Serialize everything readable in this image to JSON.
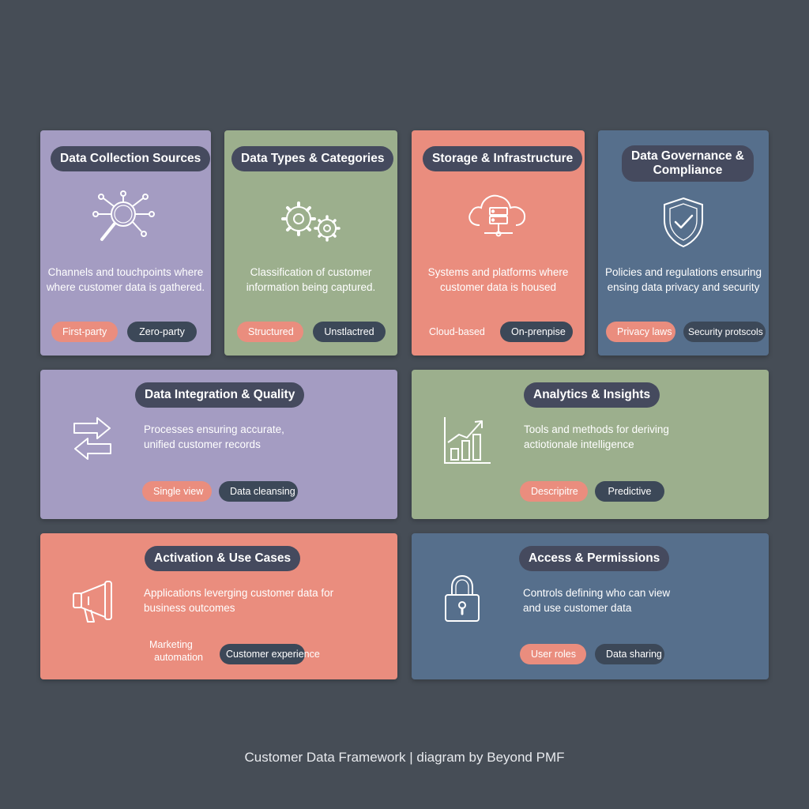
{
  "footer": "Customer Data Framework | diagram by Beyond PMF",
  "cards": {
    "collection": {
      "title": "Data Collection Sources",
      "desc_line1": "Channels and touchpoints where",
      "desc_line2": "where customer data is gathered.",
      "tag1": "First-party",
      "tag2": "Zero-party",
      "icon": "network-search-icon"
    },
    "types": {
      "title": "Data Types & Categories",
      "desc_line1": "Classification of customer",
      "desc_line2": "information being captured.",
      "tag1": "Structured",
      "tag2": "Unstlactred",
      "icon": "gears-icon"
    },
    "storage": {
      "title": "Storage & Infrastructure",
      "desc_line1": "Systems and platforms where",
      "desc_line2": "customer data is housed",
      "tag1": "Cloud-based",
      "tag2": "On-prenpise",
      "icon": "cloud-server-icon"
    },
    "governance": {
      "title_line1": "Data Governance &",
      "title_line2": "Compliance",
      "desc_line1": "Policies and regulations ensuring",
      "desc_line2": "ensing data privacy and security",
      "tag1": "Privacy laws",
      "tag2": "Security protscols",
      "icon": "shield-check-icon"
    },
    "integration": {
      "title": "Data Integration & Quality",
      "desc_line1": "Processes ensuring accurate,",
      "desc_line2": "unified customer records",
      "tag1": "Single view",
      "tag2": "Data cleansing",
      "icon": "arrows-exchange-icon"
    },
    "analytics": {
      "title": "Analytics & Insights",
      "desc_line1": "Tools and methods for deriving",
      "desc_line2": "actiotionale intelligence",
      "tag1": "Descripitre",
      "tag2": "Predictive",
      "icon": "bar-chart-trend-icon"
    },
    "activation": {
      "title": "Activation & Use Cases",
      "desc_line1": "Applications leverging customer data for",
      "desc_line2": "business outcomes",
      "tag1_line1": "Marketing",
      "tag1_line2": "automation",
      "tag2": "Customer experience",
      "icon": "megaphone-icon"
    },
    "access": {
      "title": "Access & Permissions",
      "desc_line1": "Controls defining who can view",
      "desc_line2": "and use customer data",
      "tag1": "User roles",
      "tag2": "Data sharing",
      "icon": "padlock-icon"
    }
  },
  "colors": {
    "background": "#464d56",
    "purple": "#a49cc2",
    "green": "#9caf8d",
    "coral": "#ea8d7e",
    "blue": "#566f8c",
    "title_pill": "#454a5e",
    "dark_tag": "#3c4858"
  }
}
